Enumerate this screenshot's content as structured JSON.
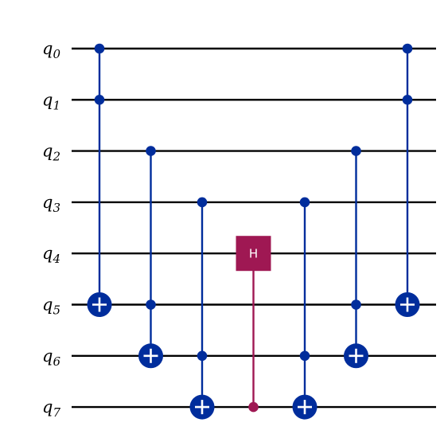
{
  "circuit": {
    "colors": {
      "wire": "#000000",
      "cnot": "#002d9c",
      "h_gate": "#9f1853",
      "plus": "#ffffff"
    },
    "qubits": [
      {
        "letter": "q",
        "index": "0"
      },
      {
        "letter": "q",
        "index": "1"
      },
      {
        "letter": "q",
        "index": "2"
      },
      {
        "letter": "q",
        "index": "3"
      },
      {
        "letter": "q",
        "index": "4"
      },
      {
        "letter": "q",
        "index": "5"
      },
      {
        "letter": "q",
        "index": "6"
      },
      {
        "letter": "q",
        "index": "7"
      }
    ],
    "gates": [
      {
        "type": "ccx",
        "controls": [
          0,
          1
        ],
        "target": 5
      },
      {
        "type": "ccx",
        "controls": [
          2,
          5
        ],
        "target": 6
      },
      {
        "type": "ccx",
        "controls": [
          3,
          6
        ],
        "target": 7
      },
      {
        "type": "ch",
        "controls": [
          7
        ],
        "target": 4,
        "label": "H"
      },
      {
        "type": "ccx",
        "controls": [
          3,
          6
        ],
        "target": 7
      },
      {
        "type": "ccx",
        "controls": [
          2,
          5
        ],
        "target": 6
      },
      {
        "type": "ccx",
        "controls": [
          0,
          1
        ],
        "target": 5
      }
    ]
  }
}
